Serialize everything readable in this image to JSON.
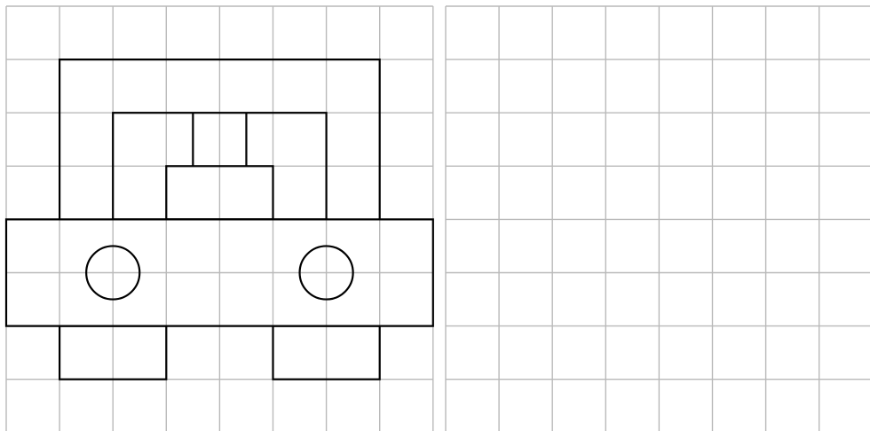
{
  "canvas": {
    "background": "#ffffff",
    "grid_color": "#b9b9b9",
    "outline_color": "#000000"
  },
  "left_panel": {
    "role": "reference-grid",
    "columns": 8,
    "rows": 8,
    "figure_name": "robot-car-outline"
  },
  "right_panel": {
    "role": "blank-grid",
    "columns": 8,
    "rows": 8
  }
}
